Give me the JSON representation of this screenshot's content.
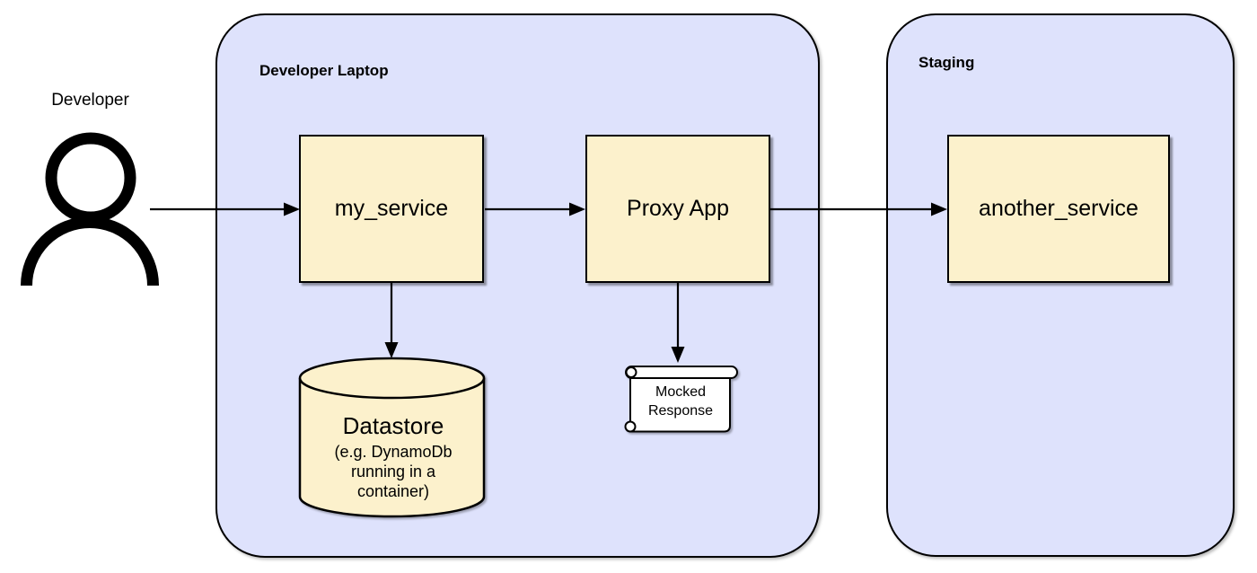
{
  "diagram": {
    "actor": {
      "label": "Developer"
    },
    "containers": [
      {
        "label": "Developer Laptop"
      },
      {
        "label": "Staging"
      }
    ],
    "nodes": [
      {
        "label": "my_service"
      },
      {
        "label": "Proxy App"
      },
      {
        "label": "another_service"
      }
    ],
    "datastore": {
      "title": "Datastore",
      "subtitle": "(e.g. DynamoDb running in a container)"
    },
    "scroll": {
      "label": "Mocked Response"
    },
    "edges": [
      {
        "from": "Developer",
        "to": "my_service"
      },
      {
        "from": "my_service",
        "to": "Proxy App"
      },
      {
        "from": "Proxy App",
        "to": "another_service"
      },
      {
        "from": "my_service",
        "to": "Datastore"
      },
      {
        "from": "Proxy App",
        "to": "Mocked Response"
      }
    ],
    "colors": {
      "background": "#ffffff",
      "container_fill": "#dee2fc",
      "node_fill": "#fcf1cc",
      "scroll_fill": "#ffffff",
      "stroke": "#000000",
      "arrow": "#000000"
    }
  }
}
